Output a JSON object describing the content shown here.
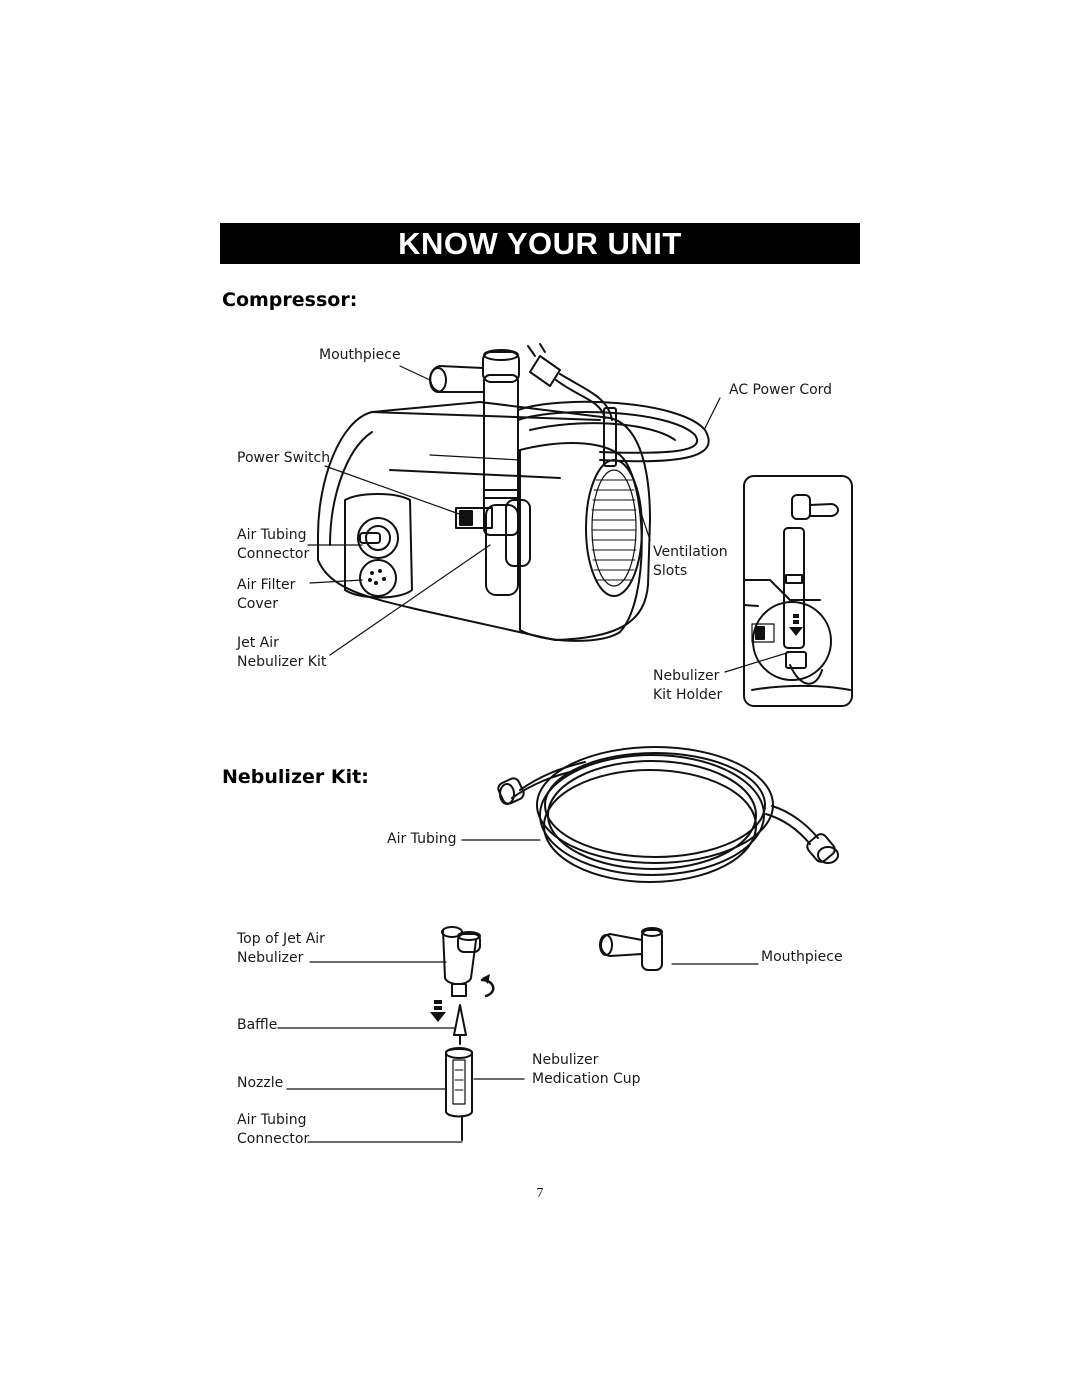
{
  "banner": {
    "title": "KNOW YOUR UNIT"
  },
  "compressor": {
    "heading": "Compressor:",
    "labels": {
      "mouthpiece": "Mouthpiece",
      "ac_power_cord": "AC Power Cord",
      "power_switch": "Power Switch",
      "air_tubing_connector": [
        "Air Tubing",
        "Connector"
      ],
      "air_filter_cover": [
        "Air Filter",
        "Cover"
      ],
      "jet_air_nebulizer_kit": [
        "Jet Air",
        "Nebulizer Kit"
      ],
      "ventilation_slots": [
        "Ventilation",
        "Slots"
      ],
      "nebulizer_kit_holder": [
        "Nebulizer",
        "Kit Holder"
      ]
    }
  },
  "nebulizer_kit": {
    "heading": "Nebulizer Kit:",
    "labels": {
      "air_tubing": "Air Tubing",
      "top_of_jet_air_nebulizer": [
        "Top of Jet Air",
        "Nebulizer"
      ],
      "mouthpiece": "Mouthpiece",
      "baffle": "Baffle",
      "nebulizer_medication_cup": [
        "Nebulizer",
        "Medication Cup"
      ],
      "nozzle": "Nozzle",
      "air_tubing_connector": [
        "Air Tubing",
        "Connector"
      ]
    }
  },
  "page_number": "7"
}
